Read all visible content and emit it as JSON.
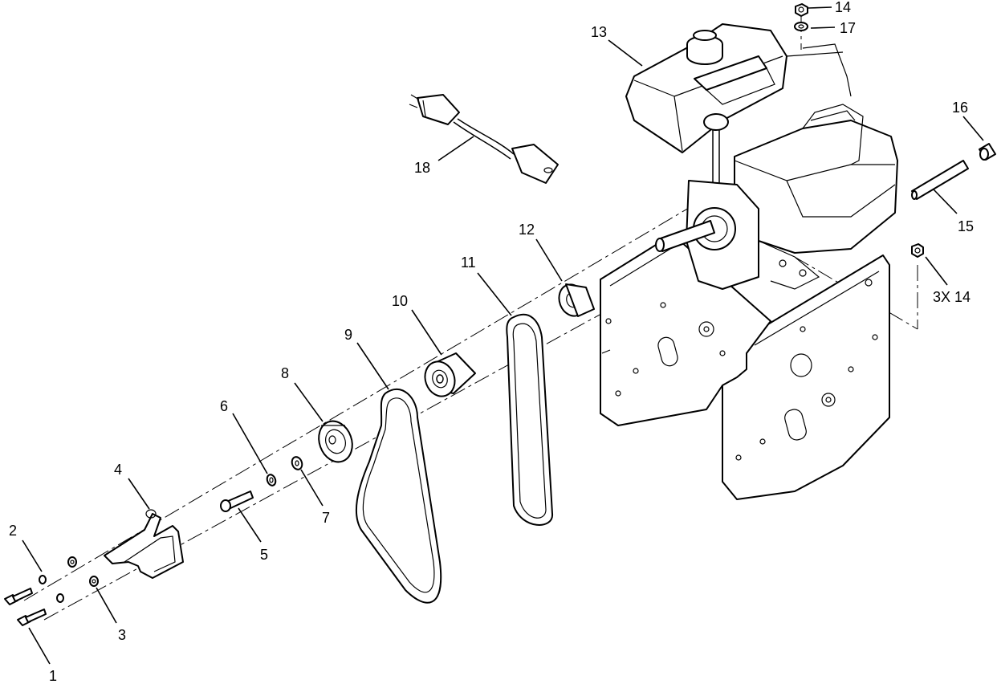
{
  "callouts": {
    "c1": "1",
    "c2": "2",
    "c3": "3",
    "c4": "4",
    "c5": "5",
    "c6": "6",
    "c7": "7",
    "c8": "8",
    "c9": "9",
    "c10": "10",
    "c11": "11",
    "c12": "12",
    "c13": "13",
    "c14_top": "14",
    "c14_side": "3X 14",
    "c15": "15",
    "c16": "16",
    "c17": "17",
    "c18": "18"
  },
  "colors": {
    "line": "#000000",
    "background": "#ffffff"
  }
}
